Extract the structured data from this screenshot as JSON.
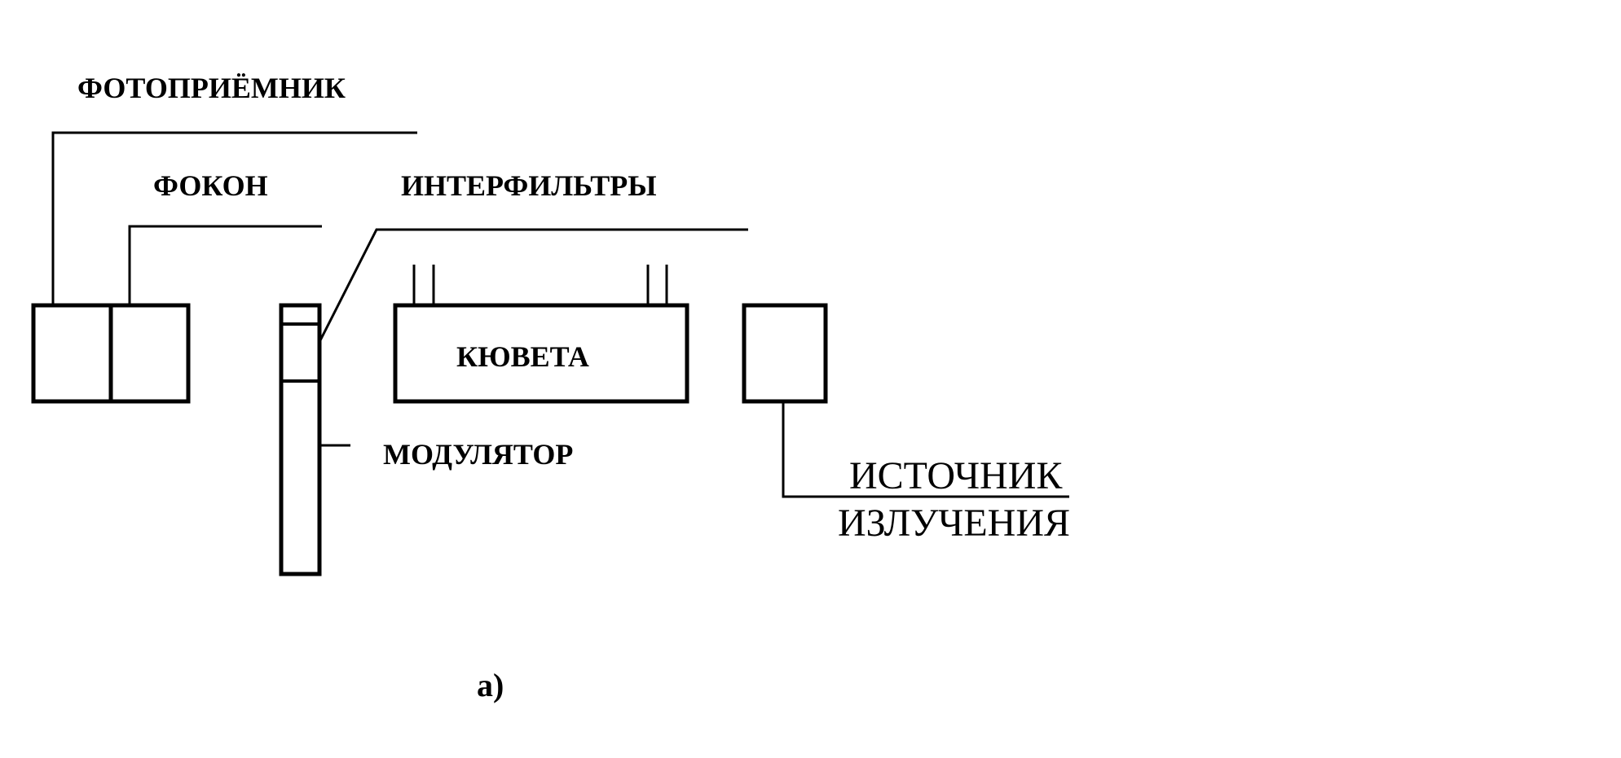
{
  "labels": {
    "photodetector": "ФОТОПРИЁМНИК",
    "focon": "ФОКОН",
    "interference_filters": "ИНТЕРФИЛЬТРЫ",
    "cuvette": "КЮВЕТА",
    "modulator": "МОДУЛЯТОР",
    "source_line1": "ИСТОЧНИК",
    "source_line2": "ИЗЛУЧЕНИЯ",
    "caption": "а)"
  },
  "colors": {
    "ink": "#000000",
    "background": "#ffffff"
  }
}
